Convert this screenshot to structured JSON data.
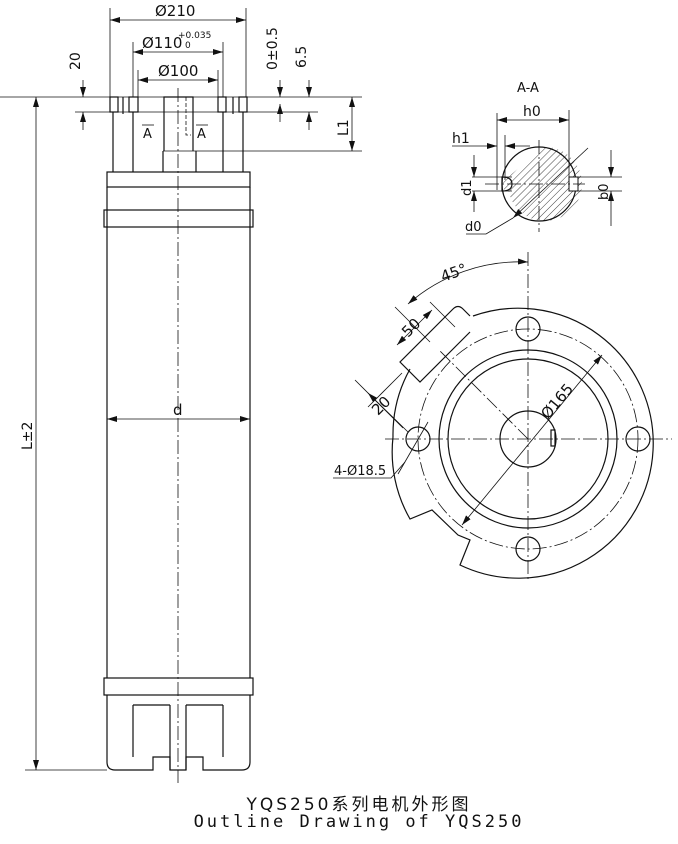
{
  "labels": {
    "dia_210": "Ø210",
    "dia_110": "Ø110",
    "tol_upper": "+0.035",
    "tol_lower": "0",
    "dia_100": "Ø100",
    "dim_20_flange": "20",
    "dim_0_05": "0±0.5",
    "dim_6_5": "6.5",
    "dim_L1": "L1",
    "section_mark_left": "A",
    "section_mark_right": "A",
    "dim_L": "L±2",
    "dim_d": "d",
    "section_title": "A-A",
    "h0": "h0",
    "h1": "h1",
    "d1": "d1",
    "d0": "d0",
    "b0": "b0",
    "angle_45": "45°",
    "dim_50": "50",
    "dim_20_key": "20",
    "dia_165": "Ø165",
    "holes": "4-Ø18.5"
  },
  "caption": {
    "cn": "YQS250系列电机外形图",
    "en": "Outline Drawing of YQS250"
  }
}
